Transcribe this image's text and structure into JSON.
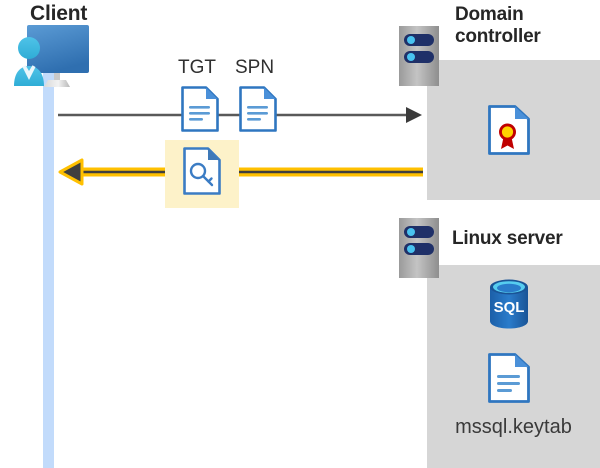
{
  "diagram": {
    "type": "sequence-flow",
    "title": "Kerberos authentication flow between client, domain controller and Linux SQL server",
    "background_color": "#ffffff"
  },
  "client": {
    "title": "Client",
    "lifeline_color": "#c2dbfb",
    "icons": {
      "computer": "client-computer-icon",
      "user": "user-avatar-icon"
    }
  },
  "flow": {
    "request": {
      "direction": "right",
      "color": "#595959",
      "artifacts": [
        {
          "label": "TGT",
          "icon": "document-icon"
        },
        {
          "label": "SPN",
          "icon": "document-icon"
        }
      ]
    },
    "response": {
      "direction": "left",
      "color": "#ffc000",
      "arrowhead_color": "#404040",
      "highlight_color": "#fdf2c9",
      "artifact": {
        "label": "",
        "icon": "key-document-icon"
      }
    }
  },
  "domain_controller": {
    "title": "Domain controller",
    "box_color": "#d6d6d6",
    "rack_icon": "server-rack-icon",
    "contents": [
      {
        "icon": "certificate-document-icon",
        "label": ""
      }
    ]
  },
  "linux_server": {
    "title": "Linux server",
    "box_color": "#d6d6d6",
    "rack_icon": "server-rack-icon",
    "contents": [
      {
        "icon": "sql-database-icon",
        "label": "SQL"
      },
      {
        "icon": "document-icon",
        "label": "mssql.keytab"
      }
    ]
  },
  "labels": {
    "sql_text": "SQL",
    "keytab_text": "mssql.keytab"
  }
}
